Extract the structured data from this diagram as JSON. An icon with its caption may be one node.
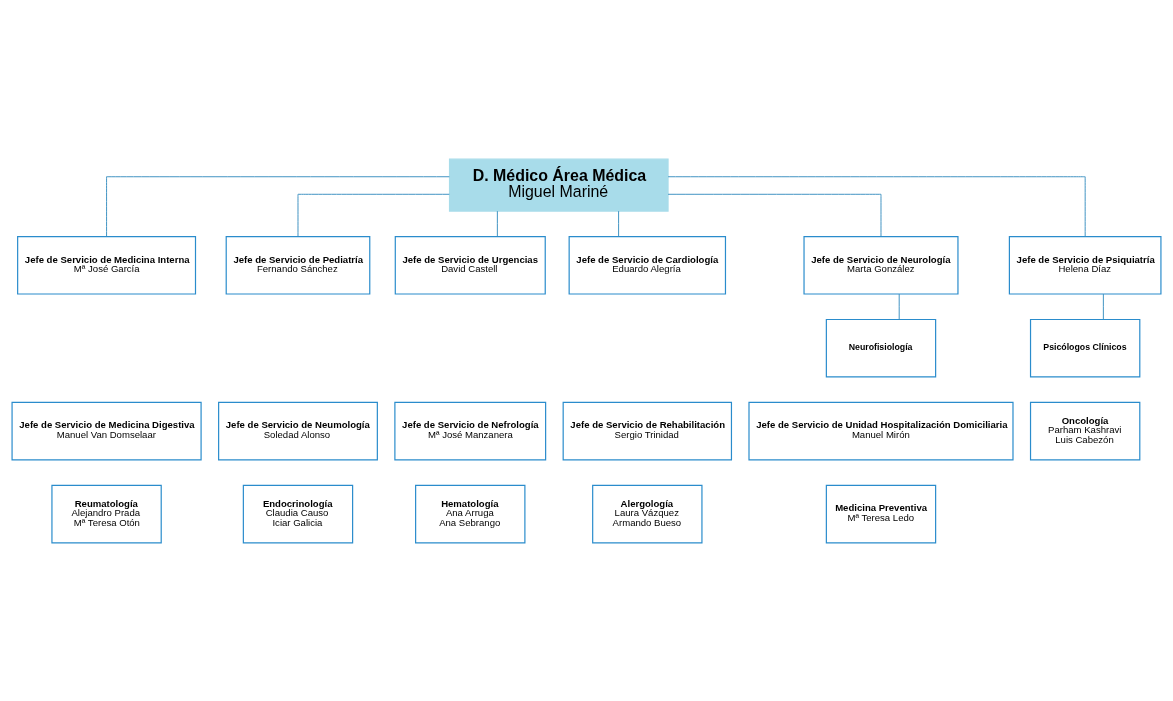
{
  "diagram": {
    "nodes": [
      {
        "text": [
          "D. Médico Área Médica",
          "Miguel Mariné"
        ]
      },
      {
        "text": [
          "Jefe de Servicio de Medicina Interna",
          "Mª José García"
        ]
      },
      {
        "text": [
          "Jefe de Servicio de Pediatría",
          "Fernando Sánchez"
        ]
      },
      {
        "text": [
          "Jefe de Servicio de Urgencias",
          "David Castell"
        ]
      },
      {
        "text": [
          "Jefe de Servicio de Cardiología",
          "Eduardo Alegría"
        ]
      },
      {
        "text": [
          "Jefe de Servicio de Neurología",
          "Marta González"
        ]
      },
      {
        "text": [
          "Jefe de Servicio de Psiquiatría",
          "Helena Díaz"
        ]
      },
      {
        "text": [
          "Neurofisiología"
        ]
      },
      {
        "text": [
          "Psicólogos Clínicos"
        ]
      },
      {
        "text": [
          "Jefe de Servicio de Medicina Digestiva",
          "Manuel Van Domselaar"
        ]
      },
      {
        "text": [
          "Jefe de Servicio de Neumología",
          "Soledad Alonso"
        ]
      },
      {
        "text": [
          "Jefe de Servicio de Nefrología",
          "Mª José Manzanera"
        ]
      },
      {
        "text": [
          "Jefe de Servicio de Rehabilitación",
          "Sergio Trinidad"
        ]
      },
      {
        "text": [
          "Jefe de Servicio de Unidad Hospitalización Domiciliaria",
          "Manuel Mirón"
        ]
      },
      {
        "text": [
          "Oncología",
          "Parham Kashravi",
          "Luis Cabezón"
        ]
      },
      {
        "text": [
          "Reumatología",
          "Alejandro Prada",
          "Mª Teresa Otón"
        ]
      },
      {
        "text": [
          "Endocrinología",
          "Claudia Causo",
          "Iciar Galicia"
        ]
      },
      {
        "text": [
          "Hematología",
          "Ana Arruga",
          "Ana Sebrango"
        ]
      },
      {
        "text": [
          "Alergología",
          "Laura Vázquez",
          "Armando Bueso"
        ]
      },
      {
        "text": [
          "Medicina Preventiva",
          "Mª Teresa Ledo"
        ]
      }
    ],
    "edges": [
      {
        "from": 0,
        "to": 1,
        "arrow": "none"
      },
      {
        "from": 0,
        "to": 2,
        "arrow": "none"
      },
      {
        "from": 0,
        "to": 3,
        "arrow": "none"
      },
      {
        "from": 0,
        "to": 4,
        "arrow": "none"
      },
      {
        "from": 0,
        "to": 5,
        "arrow": "none"
      },
      {
        "from": 0,
        "to": 6,
        "arrow": "none"
      },
      {
        "from": 5,
        "to": 7,
        "arrow": "none"
      },
      {
        "from": 6,
        "to": 8,
        "arrow": "none"
      }
    ]
  }
}
